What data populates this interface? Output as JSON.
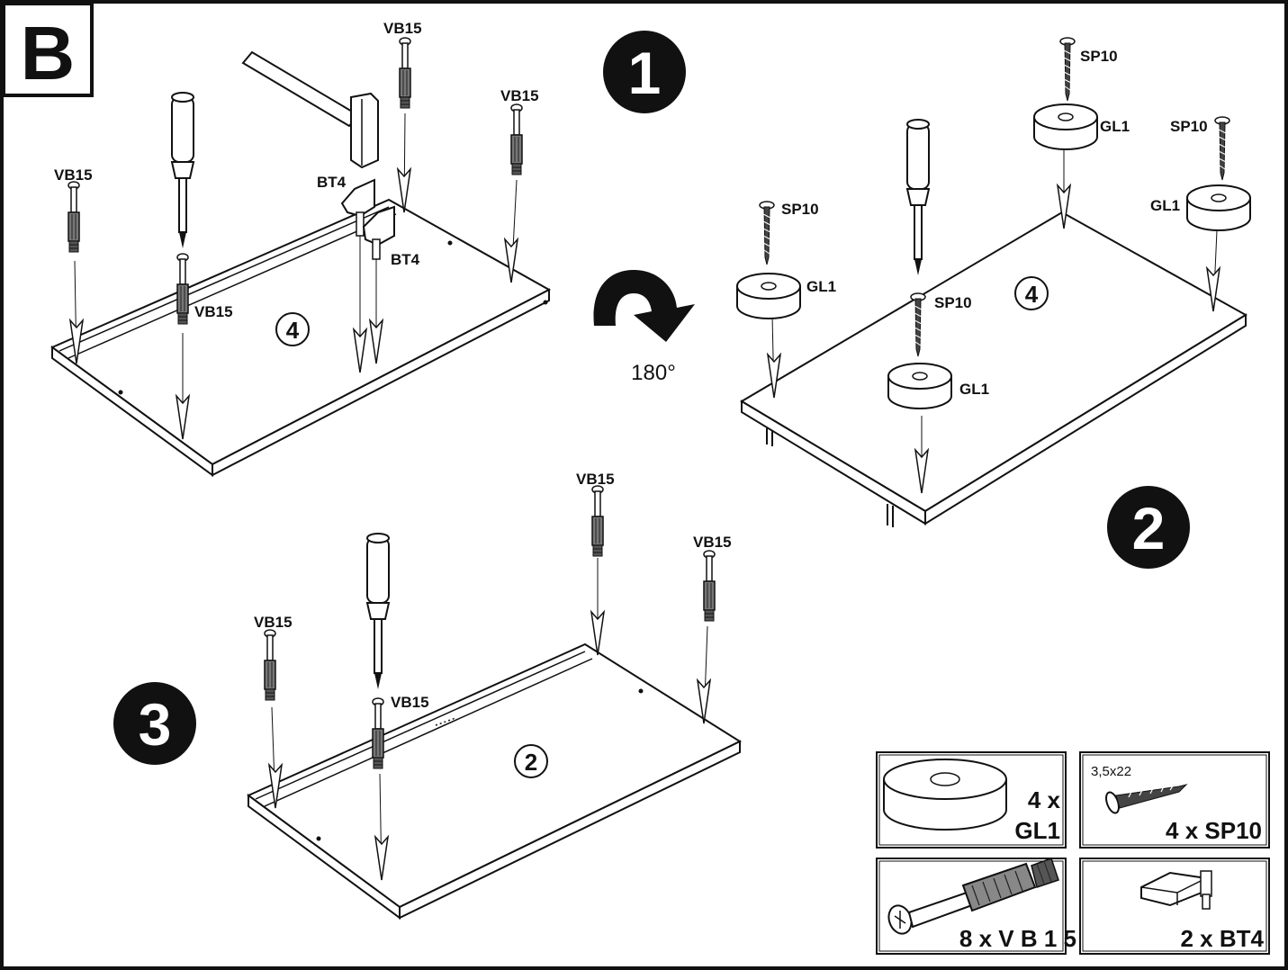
{
  "section_letter": "B",
  "steps": {
    "step1": "1",
    "step2": "2",
    "step3": "3"
  },
  "rotation_label": "180°",
  "panel_numbers": {
    "panel1": "4",
    "panel2": "4",
    "panel3": "2"
  },
  "part_labels": {
    "vb15": "VB15",
    "bt4": "BT4",
    "sp10": "SP10",
    "gl1": "GL1"
  },
  "parts_legend": {
    "gl1_count": "4 x",
    "gl1_code": "GL1",
    "sp10_size": "3,5x22",
    "sp10_label": "4 x SP10",
    "vb15_label": "8 x V B 1 5",
    "bt4_label": "2 x BT4"
  }
}
